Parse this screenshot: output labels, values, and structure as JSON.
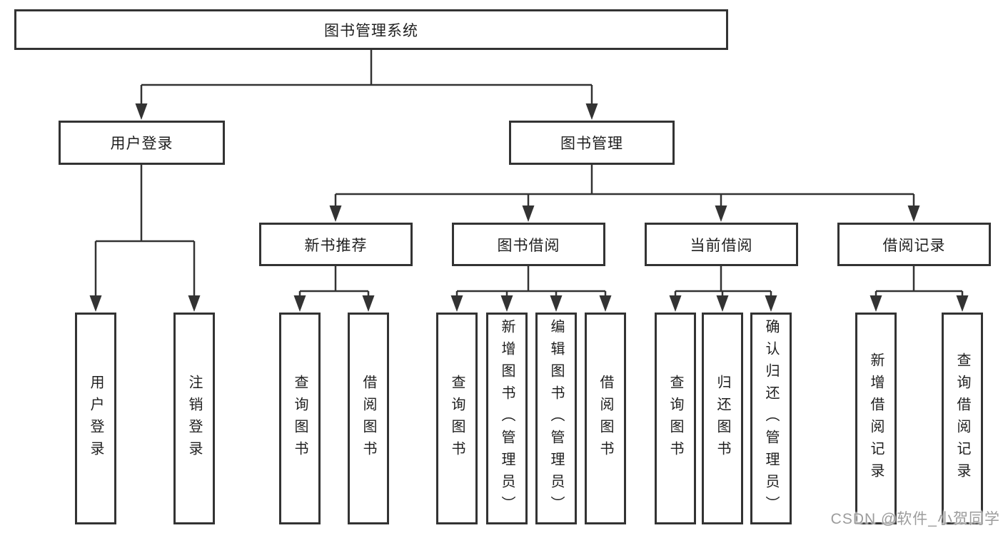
{
  "title": {
    "label": "图书管理系统"
  },
  "level2": {
    "user_login": "用户登录",
    "book_mgmt": "图书管理"
  },
  "level3": {
    "new_books": "新书推荐",
    "book_borrow": "图书借阅",
    "current_borrow": "当前借阅",
    "borrow_records": "借阅记录"
  },
  "leaves": {
    "user_login": [
      "用户登录",
      "注销登录"
    ],
    "new_books": [
      "查询图书",
      "借阅图书"
    ],
    "book_borrow": [
      "查询图书",
      "新增图书（管理员）",
      "编辑图书（管理员）",
      "借阅图书"
    ],
    "current_borrow": [
      "查询图书",
      "归还图书",
      "确认归还（管理员）"
    ],
    "borrow_records": [
      "新增借阅记录",
      "查询借阅记录"
    ]
  },
  "watermark": "CSDN @软件_小贺同学",
  "colors": {
    "line": "#333333",
    "border": "#333333",
    "text": "#1f1f1f",
    "watermark": "#9c9c9c",
    "background": "#ffffff"
  }
}
